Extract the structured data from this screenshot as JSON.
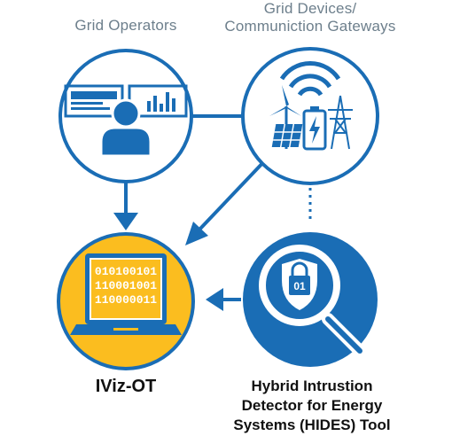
{
  "nodes": {
    "operators": {
      "label": "Grid Operators"
    },
    "devices": {
      "label_lines": [
        "Grid Devices/",
        "Communiction Gateways"
      ]
    },
    "iviz": {
      "label": "IViz-OT",
      "binary_lines": [
        "010100101",
        "110001001",
        "110000011"
      ]
    },
    "hides": {
      "label_lines": [
        "Hybrid Intrustion",
        "Detector for Energy",
        "Systems (HIDES) Tool"
      ],
      "badge_text": "01"
    }
  },
  "colors": {
    "primary_blue": "#1a6db5",
    "accent_yellow": "#fbbd1f",
    "label_gray": "#6d7f8c",
    "label_dark": "#111111"
  },
  "icons": {
    "operators": "operator-at-monitors-icon",
    "devices": "wireless-energy-devices-icon",
    "iviz": "laptop-binary-icon",
    "hides": "shield-magnifier-icon"
  }
}
